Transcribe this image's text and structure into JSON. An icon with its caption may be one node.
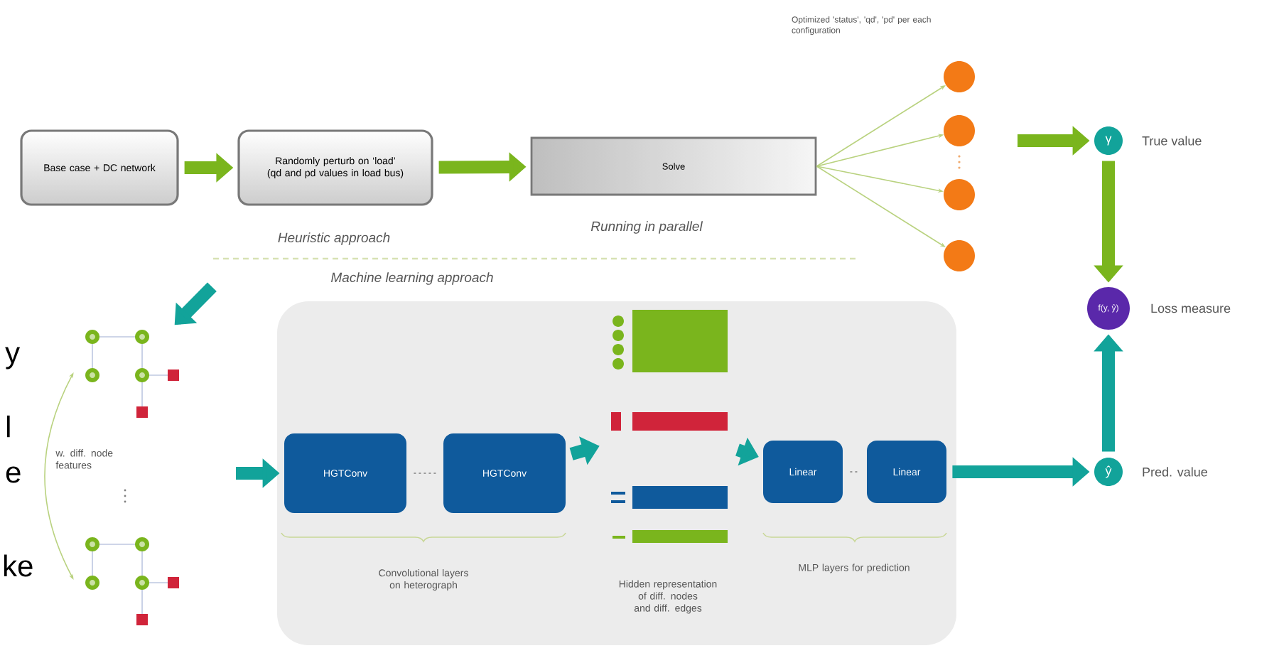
{
  "diagram": {
    "nodes": [
      {
        "text": [
          "Base case + DC network"
        ]
      },
      {
        "text": [
          "Randomly perturb on ‘load’ (qd and pd values in load bus)"
        ]
      },
      {
        "text": [
          "Solve"
        ],
        "beside": [
          "Running in parallel"
        ]
      },
      {
        "text": [],
        "shape": "circle"
      },
      {
        "text": [],
        "shape": "circle"
      },
      {
        "text": [],
        "shape": "circle"
      },
      {
        "text": [],
        "shape": "circle"
      },
      {
        "text": [
          "γ"
        ],
        "beside": [
          "True value"
        ]
      },
      {
        "text": [
          "f(y, ŷ)"
        ],
        "beside": [
          "Loss measure"
        ]
      },
      {
        "text": [
          "ŷ"
        ],
        "beside": [
          "Pred. value"
        ]
      },
      {
        "text": [],
        "shape": "picture"
      },
      {
        "text": [],
        "shape": "picture"
      },
      {
        "text": [],
        "shape": "box"
      },
      {
        "text": [
          "HGTConv"
        ],
        "in": 12
      },
      {
        "text": [
          "HGTConv"
        ],
        "in": 12
      },
      {
        "text": [],
        "shape": "picture",
        "in": 12
      },
      {
        "text": [
          "Linear"
        ],
        "in": 12
      },
      {
        "text": [
          "Linear"
        ],
        "in": 12
      }
    ],
    "edges": [
      {
        "from": 0,
        "to": 1,
        "arrow": "to",
        "color": "#7ab51d"
      },
      {
        "from": 1,
        "to": 2,
        "arrow": "to",
        "color": "#7ab51d"
      },
      {
        "from": 2,
        "to": 3,
        "arrow": "to",
        "color": "#b9d27f"
      },
      {
        "from": 2,
        "to": 4,
        "arrow": "to",
        "color": "#b9d27f"
      },
      {
        "from": 2,
        "to": 5,
        "arrow": "to",
        "color": "#b9d27f"
      },
      {
        "from": 2,
        "to": 6,
        "arrow": "to",
        "color": "#b9d27f"
      },
      {
        "from": null,
        "to": 7,
        "arrow": "to",
        "color": "#7ab51d"
      },
      {
        "from": 7,
        "to": 8,
        "arrow": "to",
        "color": "#7ab51d"
      },
      {
        "from": 9,
        "to": 8,
        "arrow": "to"
      },
      {
        "from": 17,
        "to": 9,
        "arrow": "to"
      },
      {
        "from": null,
        "to": 10,
        "arrow": "to"
      },
      {
        "from": 10,
        "to": 11,
        "arrow": "both",
        "label": "w. diff. node features",
        "color": "#b9d27f"
      },
      {
        "from": null,
        "to": 13,
        "arrow": "to"
      },
      {
        "from": 13,
        "to": 14,
        "arrow": "none",
        "style": "dashed",
        "color": "#9a9a9a"
      },
      {
        "from": 14,
        "to": 15,
        "arrow": "to"
      },
      {
        "from": 15,
        "to": 16,
        "arrow": "to"
      },
      {
        "from": 16,
        "to": 17,
        "arrow": "none",
        "style": "dashed",
        "color": "#9a9a9a"
      }
    ],
    "labels": [
      "Optimized 'status', 'qd', 'pd' per each configuration",
      "Heuristic approach",
      "Machine learning approach",
      "y",
      "l",
      "e",
      "ke",
      "Convolutional layers on heterograph",
      "Hidden representation of diff. nodes and diff. edges",
      "MLP layers for prediction"
    ]
  }
}
